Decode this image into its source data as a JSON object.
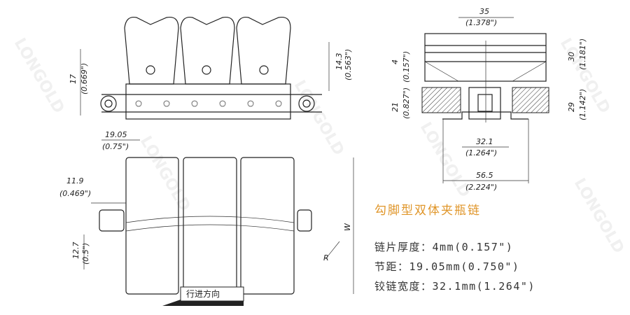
{
  "title": "勾脚型双体夹瓶链",
  "specs": [
    "链片厚度：4mm(0.157\")",
    "节距：19.05mm(0.750\")",
    "铰链宽度：32.1mm(1.264\")"
  ],
  "watermark": "LONGOLD",
  "direction_label": "行进方向",
  "dimensions": {
    "side_height": "17",
    "side_height_in": "(0.669\")",
    "hook_height": "14.3",
    "hook_height_in": "(0.563\")",
    "pitch": "19.05",
    "pitch_in": "(0.75\")",
    "pin_offset": "11.9",
    "pin_offset_in": "(0.469\")",
    "pin_len": "12.7",
    "pin_len_in": "(0.5\")",
    "width_label": "W",
    "radius_label": "R",
    "top_width": "35",
    "top_width_in": "(1.378\")",
    "plate_thick": "4",
    "plate_thick_in": "(0.157\")",
    "base_height": "21",
    "base_height_in": "(0.827\")",
    "total_height": "30",
    "total_height_in": "(1.181\")",
    "lower_height": "29",
    "lower_height_in": "(1.142\")",
    "hinge_width": "32.1",
    "hinge_width_in": "(1.264\")",
    "base_width": "56.5",
    "base_width_in": "(2.224\")"
  },
  "colors": {
    "title": "#e0962a",
    "line": "#222222"
  }
}
